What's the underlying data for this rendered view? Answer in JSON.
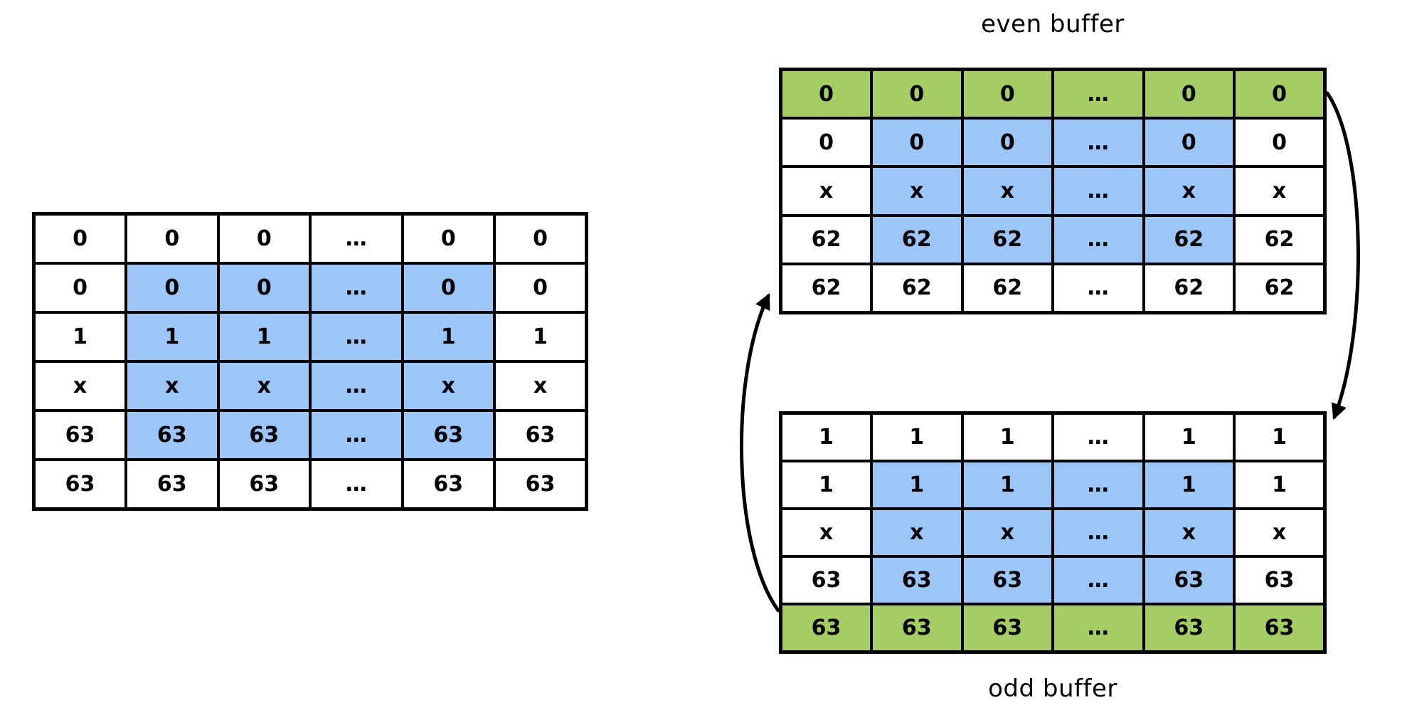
{
  "colors": {
    "highlight_blue": "#9cc5f8",
    "highlight_green": "#a4cd64",
    "border": "#000000",
    "background": "#ffffff",
    "text": "#000000"
  },
  "icons": {
    "even_to_odd_arrow": "curved-arrow-even-to-odd",
    "odd_to_even_arrow": "curved-arrow-odd-to-even"
  },
  "left_table": {
    "rows": [
      {
        "cells": [
          "0",
          "0",
          "0",
          "…",
          "0",
          "0"
        ],
        "fills": [
          "white",
          "white",
          "white",
          "white",
          "white",
          "white"
        ]
      },
      {
        "cells": [
          "0",
          "0",
          "0",
          "…",
          "0",
          "0"
        ],
        "fills": [
          "white",
          "blue",
          "blue",
          "blue",
          "blue",
          "white"
        ]
      },
      {
        "cells": [
          "1",
          "1",
          "1",
          "…",
          "1",
          "1"
        ],
        "fills": [
          "white",
          "blue",
          "blue",
          "blue",
          "blue",
          "white"
        ]
      },
      {
        "cells": [
          "x",
          "x",
          "x",
          "…",
          "x",
          "x"
        ],
        "fills": [
          "white",
          "blue",
          "blue",
          "blue",
          "blue",
          "white"
        ]
      },
      {
        "cells": [
          "63",
          "63",
          "63",
          "…",
          "63",
          "63"
        ],
        "fills": [
          "white",
          "blue",
          "blue",
          "blue",
          "blue",
          "white"
        ]
      },
      {
        "cells": [
          "63",
          "63",
          "63",
          "…",
          "63",
          "63"
        ],
        "fills": [
          "white",
          "white",
          "white",
          "white",
          "white",
          "white"
        ]
      }
    ]
  },
  "even_buffer": {
    "title": "even buffer",
    "rows": [
      {
        "cells": [
          "0",
          "0",
          "0",
          "…",
          "0",
          "0"
        ],
        "fills": [
          "green",
          "green",
          "green",
          "green",
          "green",
          "green"
        ]
      },
      {
        "cells": [
          "0",
          "0",
          "0",
          "…",
          "0",
          "0"
        ],
        "fills": [
          "white",
          "blue",
          "blue",
          "blue",
          "blue",
          "white"
        ]
      },
      {
        "cells": [
          "x",
          "x",
          "x",
          "…",
          "x",
          "x"
        ],
        "fills": [
          "white",
          "blue",
          "blue",
          "blue",
          "blue",
          "white"
        ]
      },
      {
        "cells": [
          "62",
          "62",
          "62",
          "…",
          "62",
          "62"
        ],
        "fills": [
          "white",
          "blue",
          "blue",
          "blue",
          "blue",
          "white"
        ]
      },
      {
        "cells": [
          "62",
          "62",
          "62",
          "…",
          "62",
          "62"
        ],
        "fills": [
          "white",
          "white",
          "white",
          "white",
          "white",
          "white"
        ]
      }
    ]
  },
  "odd_buffer": {
    "title": "odd buffer",
    "rows": [
      {
        "cells": [
          "1",
          "1",
          "1",
          "…",
          "1",
          "1"
        ],
        "fills": [
          "white",
          "white",
          "white",
          "white",
          "white",
          "white"
        ]
      },
      {
        "cells": [
          "1",
          "1",
          "1",
          "…",
          "1",
          "1"
        ],
        "fills": [
          "white",
          "blue",
          "blue",
          "blue",
          "blue",
          "white"
        ]
      },
      {
        "cells": [
          "x",
          "x",
          "x",
          "…",
          "x",
          "x"
        ],
        "fills": [
          "white",
          "blue",
          "blue",
          "blue",
          "blue",
          "white"
        ]
      },
      {
        "cells": [
          "63",
          "63",
          "63",
          "…",
          "63",
          "63"
        ],
        "fills": [
          "white",
          "blue",
          "blue",
          "blue",
          "blue",
          "white"
        ]
      },
      {
        "cells": [
          "63",
          "63",
          "63",
          "…",
          "63",
          "63"
        ],
        "fills": [
          "green",
          "green",
          "green",
          "green",
          "green",
          "green"
        ]
      }
    ]
  }
}
